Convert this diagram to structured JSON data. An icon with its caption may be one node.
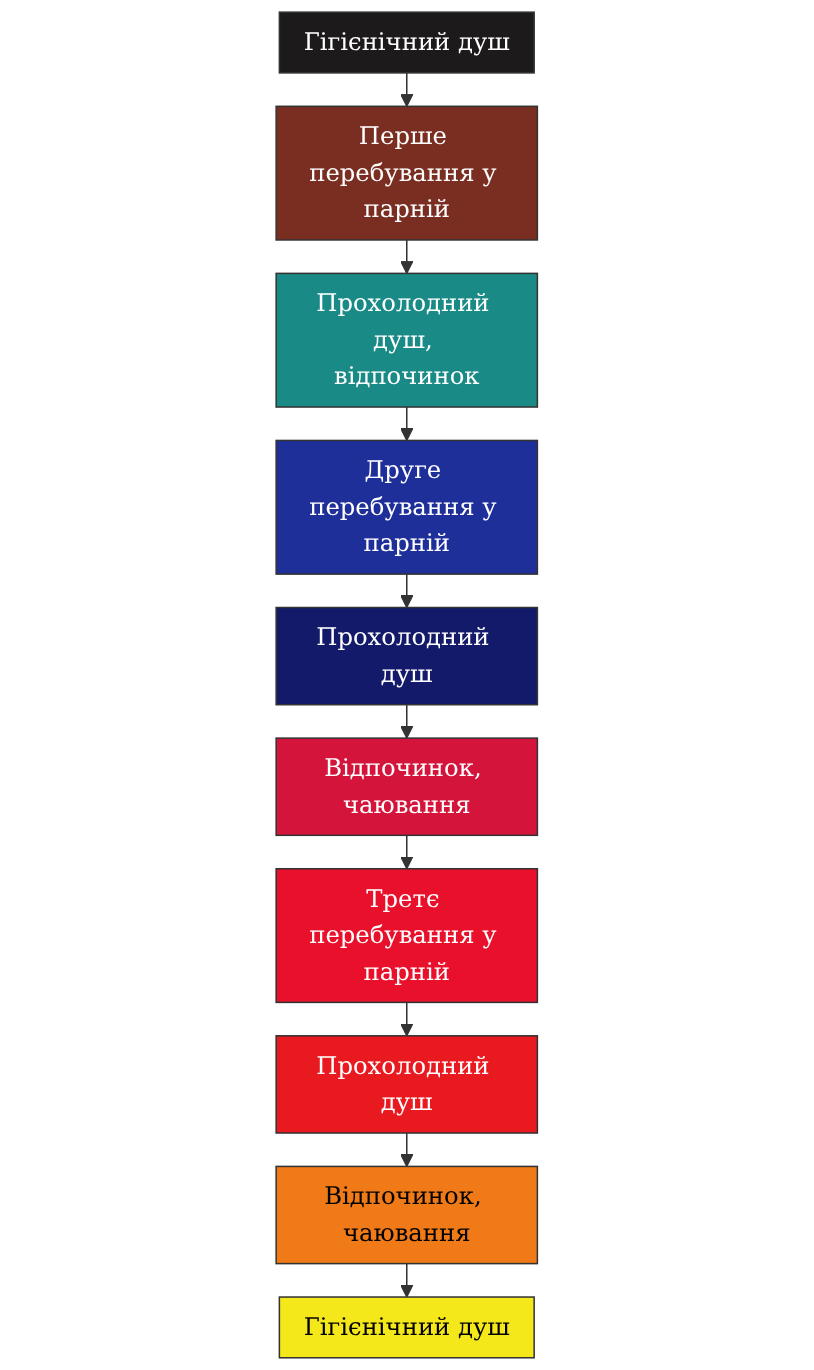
{
  "diagram": {
    "nodes": [
      {
        "text": [
          "Гігієнічний душ"
        ]
      },
      {
        "text": [
          "Перше перебування у парній"
        ]
      },
      {
        "text": [
          "Прохолодний душ, відпочинок"
        ]
      },
      {
        "text": [
          "Друге перебування у парній"
        ]
      },
      {
        "text": [
          "Прохолодний душ"
        ]
      },
      {
        "text": [
          "Відпочинок, чаювання"
        ]
      },
      {
        "text": [
          "Третє перебування у парній"
        ]
      },
      {
        "text": [
          "Прохолодний душ"
        ]
      },
      {
        "text": [
          "Відпочинок, чаювання"
        ]
      },
      {
        "text": [
          "Гігієнічний душ"
        ]
      }
    ],
    "edges": [
      {
        "from": 0,
        "to": 1,
        "arrow": "to"
      },
      {
        "from": 1,
        "to": 2,
        "arrow": "to"
      },
      {
        "from": 2,
        "to": 3,
        "arrow": "to"
      },
      {
        "from": 3,
        "to": 4,
        "arrow": "to"
      },
      {
        "from": 4,
        "to": 5,
        "arrow": "to"
      },
      {
        "from": 5,
        "to": 6,
        "arrow": "to"
      },
      {
        "from": 6,
        "to": 7,
        "arrow": "to"
      },
      {
        "from": 7,
        "to": 8,
        "arrow": "to"
      },
      {
        "from": 8,
        "to": 9,
        "arrow": "to"
      }
    ]
  }
}
